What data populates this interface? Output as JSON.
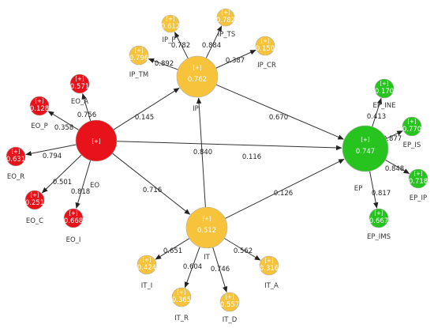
{
  "colors": {
    "red": "#e8121a",
    "yellow": "#f6c33a",
    "green": "#27c41f",
    "edge": "#333333"
  },
  "expand_marker": "[+]",
  "nodes": [
    {
      "id": "EO",
      "label": "EO",
      "value": "",
      "kind": "construct",
      "color": "red"
    },
    {
      "id": "IP",
      "label": "IP",
      "value": "0.762",
      "kind": "construct",
      "color": "yellow"
    },
    {
      "id": "IT",
      "label": "IT",
      "value": "0.512",
      "kind": "construct",
      "color": "yellow"
    },
    {
      "id": "EP",
      "label": "EP",
      "value": "0.747",
      "kind": "construct",
      "color": "green"
    },
    {
      "id": "EO_A",
      "label": "EO_A",
      "value": "0.571",
      "kind": "indicator",
      "color": "red"
    },
    {
      "id": "EO_P",
      "label": "EO_P",
      "value": "0.128",
      "kind": "indicator",
      "color": "red"
    },
    {
      "id": "EO_R",
      "label": "EO_R",
      "value": "0.631",
      "kind": "indicator",
      "color": "red"
    },
    {
      "id": "EO_C",
      "label": "EO_C",
      "value": "0.251",
      "kind": "indicator",
      "color": "red"
    },
    {
      "id": "EO_I",
      "label": "EO_I",
      "value": "0.668",
      "kind": "indicator",
      "color": "red"
    },
    {
      "id": "IP_TM",
      "label": "IP_TM",
      "value": "0.796",
      "kind": "indicator",
      "color": "yellow"
    },
    {
      "id": "IP_P",
      "label": "IP_P",
      "value": "0.612",
      "kind": "indicator",
      "color": "yellow"
    },
    {
      "id": "IP_TS",
      "label": "IP_TS",
      "value": "0.782",
      "kind": "indicator",
      "color": "yellow"
    },
    {
      "id": "IP_CR",
      "label": "IP_CR",
      "value": "0.150",
      "kind": "indicator",
      "color": "yellow"
    },
    {
      "id": "IT_I",
      "label": "IT_I",
      "value": "0.424",
      "kind": "indicator",
      "color": "yellow"
    },
    {
      "id": "IT_R",
      "label": "IT_R",
      "value": "0.365",
      "kind": "indicator",
      "color": "yellow"
    },
    {
      "id": "IT_D",
      "label": "IT_D",
      "value": "0.557",
      "kind": "indicator",
      "color": "yellow"
    },
    {
      "id": "IT_A",
      "label": "IT_A",
      "value": "0.316",
      "kind": "indicator",
      "color": "yellow"
    },
    {
      "id": "EP_INE",
      "label": "EP_INE",
      "value": "0.170",
      "kind": "indicator",
      "color": "green"
    },
    {
      "id": "EP_IS",
      "label": "EP_IS",
      "value": "0.770",
      "kind": "indicator",
      "color": "green"
    },
    {
      "id": "EP_IP",
      "label": "EP_IP",
      "value": "0.718",
      "kind": "indicator",
      "color": "green"
    },
    {
      "id": "EP_IMS",
      "label": "EP_IMS",
      "value": "0.667",
      "kind": "indicator",
      "color": "green"
    }
  ],
  "edges": [
    {
      "from": "EO",
      "to": "EO_A",
      "label": "0.756"
    },
    {
      "from": "EO",
      "to": "EO_P",
      "label": "0.358"
    },
    {
      "from": "EO",
      "to": "EO_R",
      "label": "0.794"
    },
    {
      "from": "EO",
      "to": "EO_C",
      "label": "0.501"
    },
    {
      "from": "EO",
      "to": "EO_I",
      "label": "0.818"
    },
    {
      "from": "IP",
      "to": "IP_TM",
      "label": "0.892"
    },
    {
      "from": "IP",
      "to": "IP_P",
      "label": "0.782"
    },
    {
      "from": "IP",
      "to": "IP_TS",
      "label": "0.884"
    },
    {
      "from": "IP",
      "to": "IP_CR",
      "label": "0.387"
    },
    {
      "from": "IT",
      "to": "IT_I",
      "label": "0.651"
    },
    {
      "from": "IT",
      "to": "IT_R",
      "label": "0.604"
    },
    {
      "from": "IT",
      "to": "IT_D",
      "label": "0.746"
    },
    {
      "from": "IT",
      "to": "IT_A",
      "label": "0.562"
    },
    {
      "from": "EP",
      "to": "EP_INE",
      "label": "0.413"
    },
    {
      "from": "EP",
      "to": "EP_IS",
      "label": "0.877"
    },
    {
      "from": "EP",
      "to": "EP_IP",
      "label": "0.848"
    },
    {
      "from": "EP",
      "to": "EP_IMS",
      "label": "0.817"
    },
    {
      "from": "EO",
      "to": "IP",
      "label": "0.145"
    },
    {
      "from": "EO",
      "to": "IT",
      "label": "0.716"
    },
    {
      "from": "EO",
      "to": "EP",
      "label": "0.116"
    },
    {
      "from": "IT",
      "to": "IP",
      "label": "0.840"
    },
    {
      "from": "IP",
      "to": "EP",
      "label": "0.670"
    },
    {
      "from": "IT",
      "to": "EP",
      "label": "0.126"
    }
  ]
}
